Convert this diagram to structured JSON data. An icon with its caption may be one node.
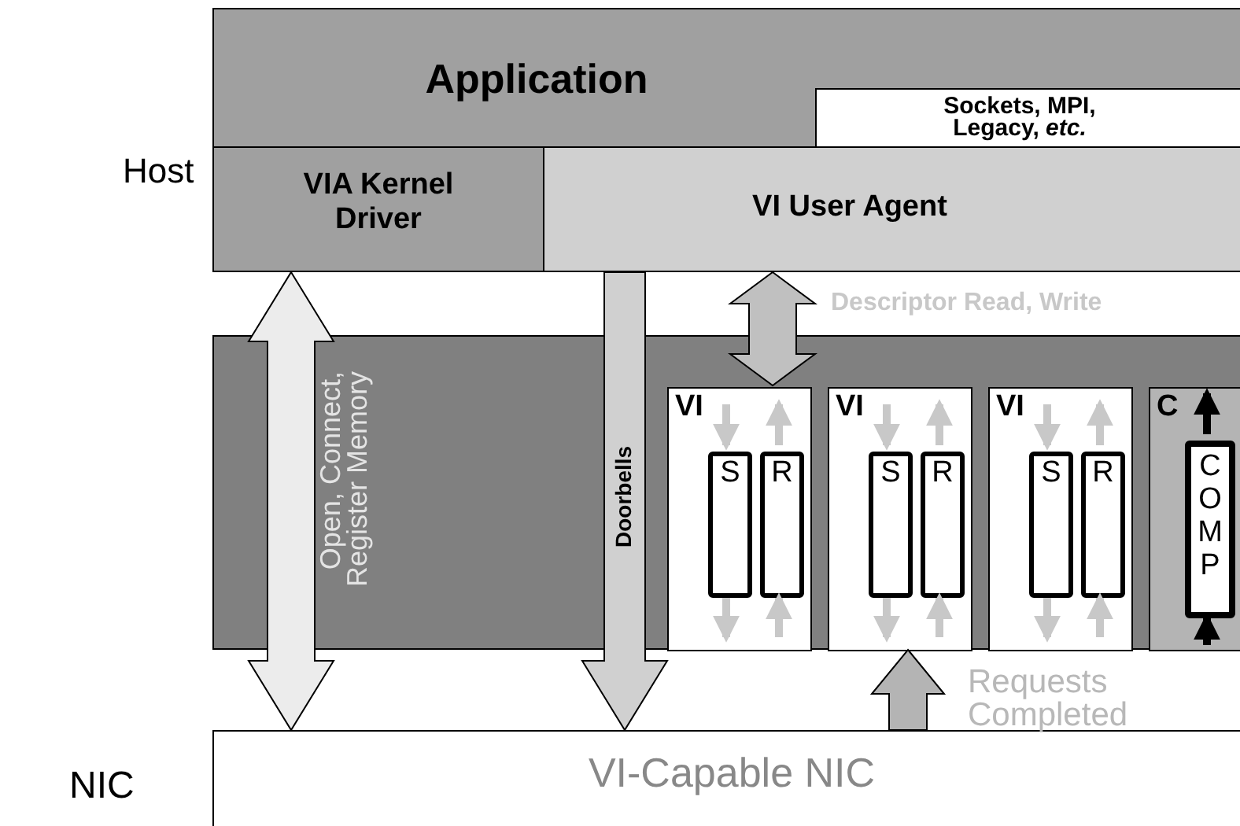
{
  "diagram": {
    "nodes": [
      {
        "text": [
          "Application"
        ]
      },
      {
        "text": [
          "Sockets, MPI, Legacy, *etc.*"
        ],
        "in": 0
      },
      {
        "text": [
          "VIA Kernel Driver"
        ]
      },
      {
        "text": [
          "VI User Agent"
        ]
      },
      {
        "text": [],
        "shape": "box"
      },
      {
        "text": [
          "VI"
        ],
        "in": 4
      },
      {
        "text": [
          "S"
        ],
        "in": 5
      },
      {
        "text": [
          "R"
        ],
        "in": 5
      },
      {
        "text": [
          "VI"
        ],
        "in": 4
      },
      {
        "text": [
          "S"
        ],
        "in": 8
      },
      {
        "text": [
          "R"
        ],
        "in": 8
      },
      {
        "text": [
          "VI"
        ],
        "in": 4
      },
      {
        "text": [
          "S"
        ],
        "in": 11
      },
      {
        "text": [
          "R"
        ],
        "in": 11
      },
      {
        "text": [
          "C"
        ],
        "in": 4
      },
      {
        "text": [
          "COMP"
        ],
        "in": 14
      },
      {
        "text": [
          "VI-Capable NIC"
        ]
      }
    ],
    "edges": [
      {
        "from": 2,
        "to": 16,
        "arrow": "both",
        "label": "Open, Connect, Register Memory",
        "color": "#ececec"
      },
      {
        "from": 3,
        "to": 16,
        "arrow": "to",
        "label": "Doorbells",
        "color": "#d0d0d0"
      },
      {
        "from": 3,
        "to": 5,
        "arrow": "both",
        "label": "Descriptor Read, Write",
        "color": "#c0c0c0"
      },
      {
        "from": 16,
        "to": 8,
        "arrow": "to",
        "label": "Requests Completed",
        "color": "#b4b4b4"
      },
      {
        "from": null,
        "to": 6,
        "arrow": "to",
        "color": "#c8c8c8"
      },
      {
        "from": 6,
        "to": null,
        "arrow": "to",
        "color": "#c8c8c8"
      },
      {
        "from": null,
        "to": 7,
        "arrow": "to",
        "color": "#c8c8c8"
      },
      {
        "from": 7,
        "to": null,
        "arrow": "to",
        "color": "#c8c8c8"
      },
      {
        "from": null,
        "to": 9,
        "arrow": "to",
        "color": "#c8c8c8"
      },
      {
        "from": 9,
        "to": null,
        "arrow": "to",
        "color": "#c8c8c8"
      },
      {
        "from": null,
        "to": 10,
        "arrow": "to",
        "color": "#c8c8c8"
      },
      {
        "from": 10,
        "to": null,
        "arrow": "to",
        "color": "#c8c8c8"
      },
      {
        "from": null,
        "to": 12,
        "arrow": "to",
        "color": "#c8c8c8"
      },
      {
        "from": 12,
        "to": null,
        "arrow": "to",
        "color": "#c8c8c8"
      },
      {
        "from": null,
        "to": 13,
        "arrow": "to",
        "color": "#c8c8c8"
      },
      {
        "from": 13,
        "to": null,
        "arrow": "to",
        "color": "#c8c8c8"
      },
      {
        "from": null,
        "to": 15,
        "arrow": "to",
        "color": "#000000"
      },
      {
        "from": 15,
        "to": null,
        "arrow": "to",
        "color": "#000000"
      }
    ],
    "labels": [
      "Host",
      "NIC"
    ]
  }
}
